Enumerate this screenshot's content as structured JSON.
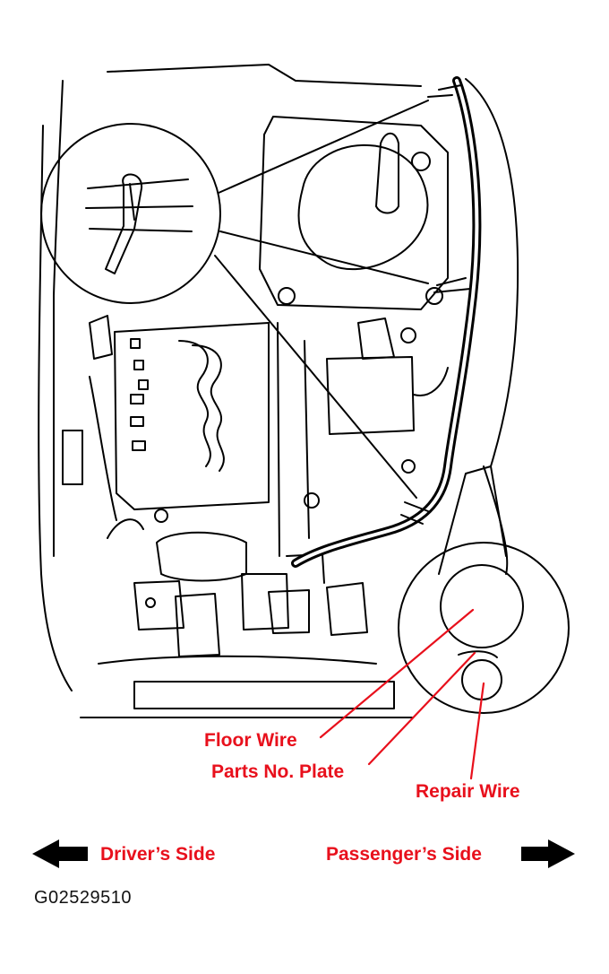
{
  "labels": {
    "floor_wire": "Floor Wire",
    "parts_plate": "Parts No. Plate",
    "repair_wire": "Repair Wire",
    "driver_side": "Driver’s Side",
    "passenger_side": "Passenger’s Side"
  },
  "figure_code": "G02529510",
  "colors": {
    "callout_text": "#e8101c",
    "line_art": "#000000",
    "background": "#ffffff"
  }
}
